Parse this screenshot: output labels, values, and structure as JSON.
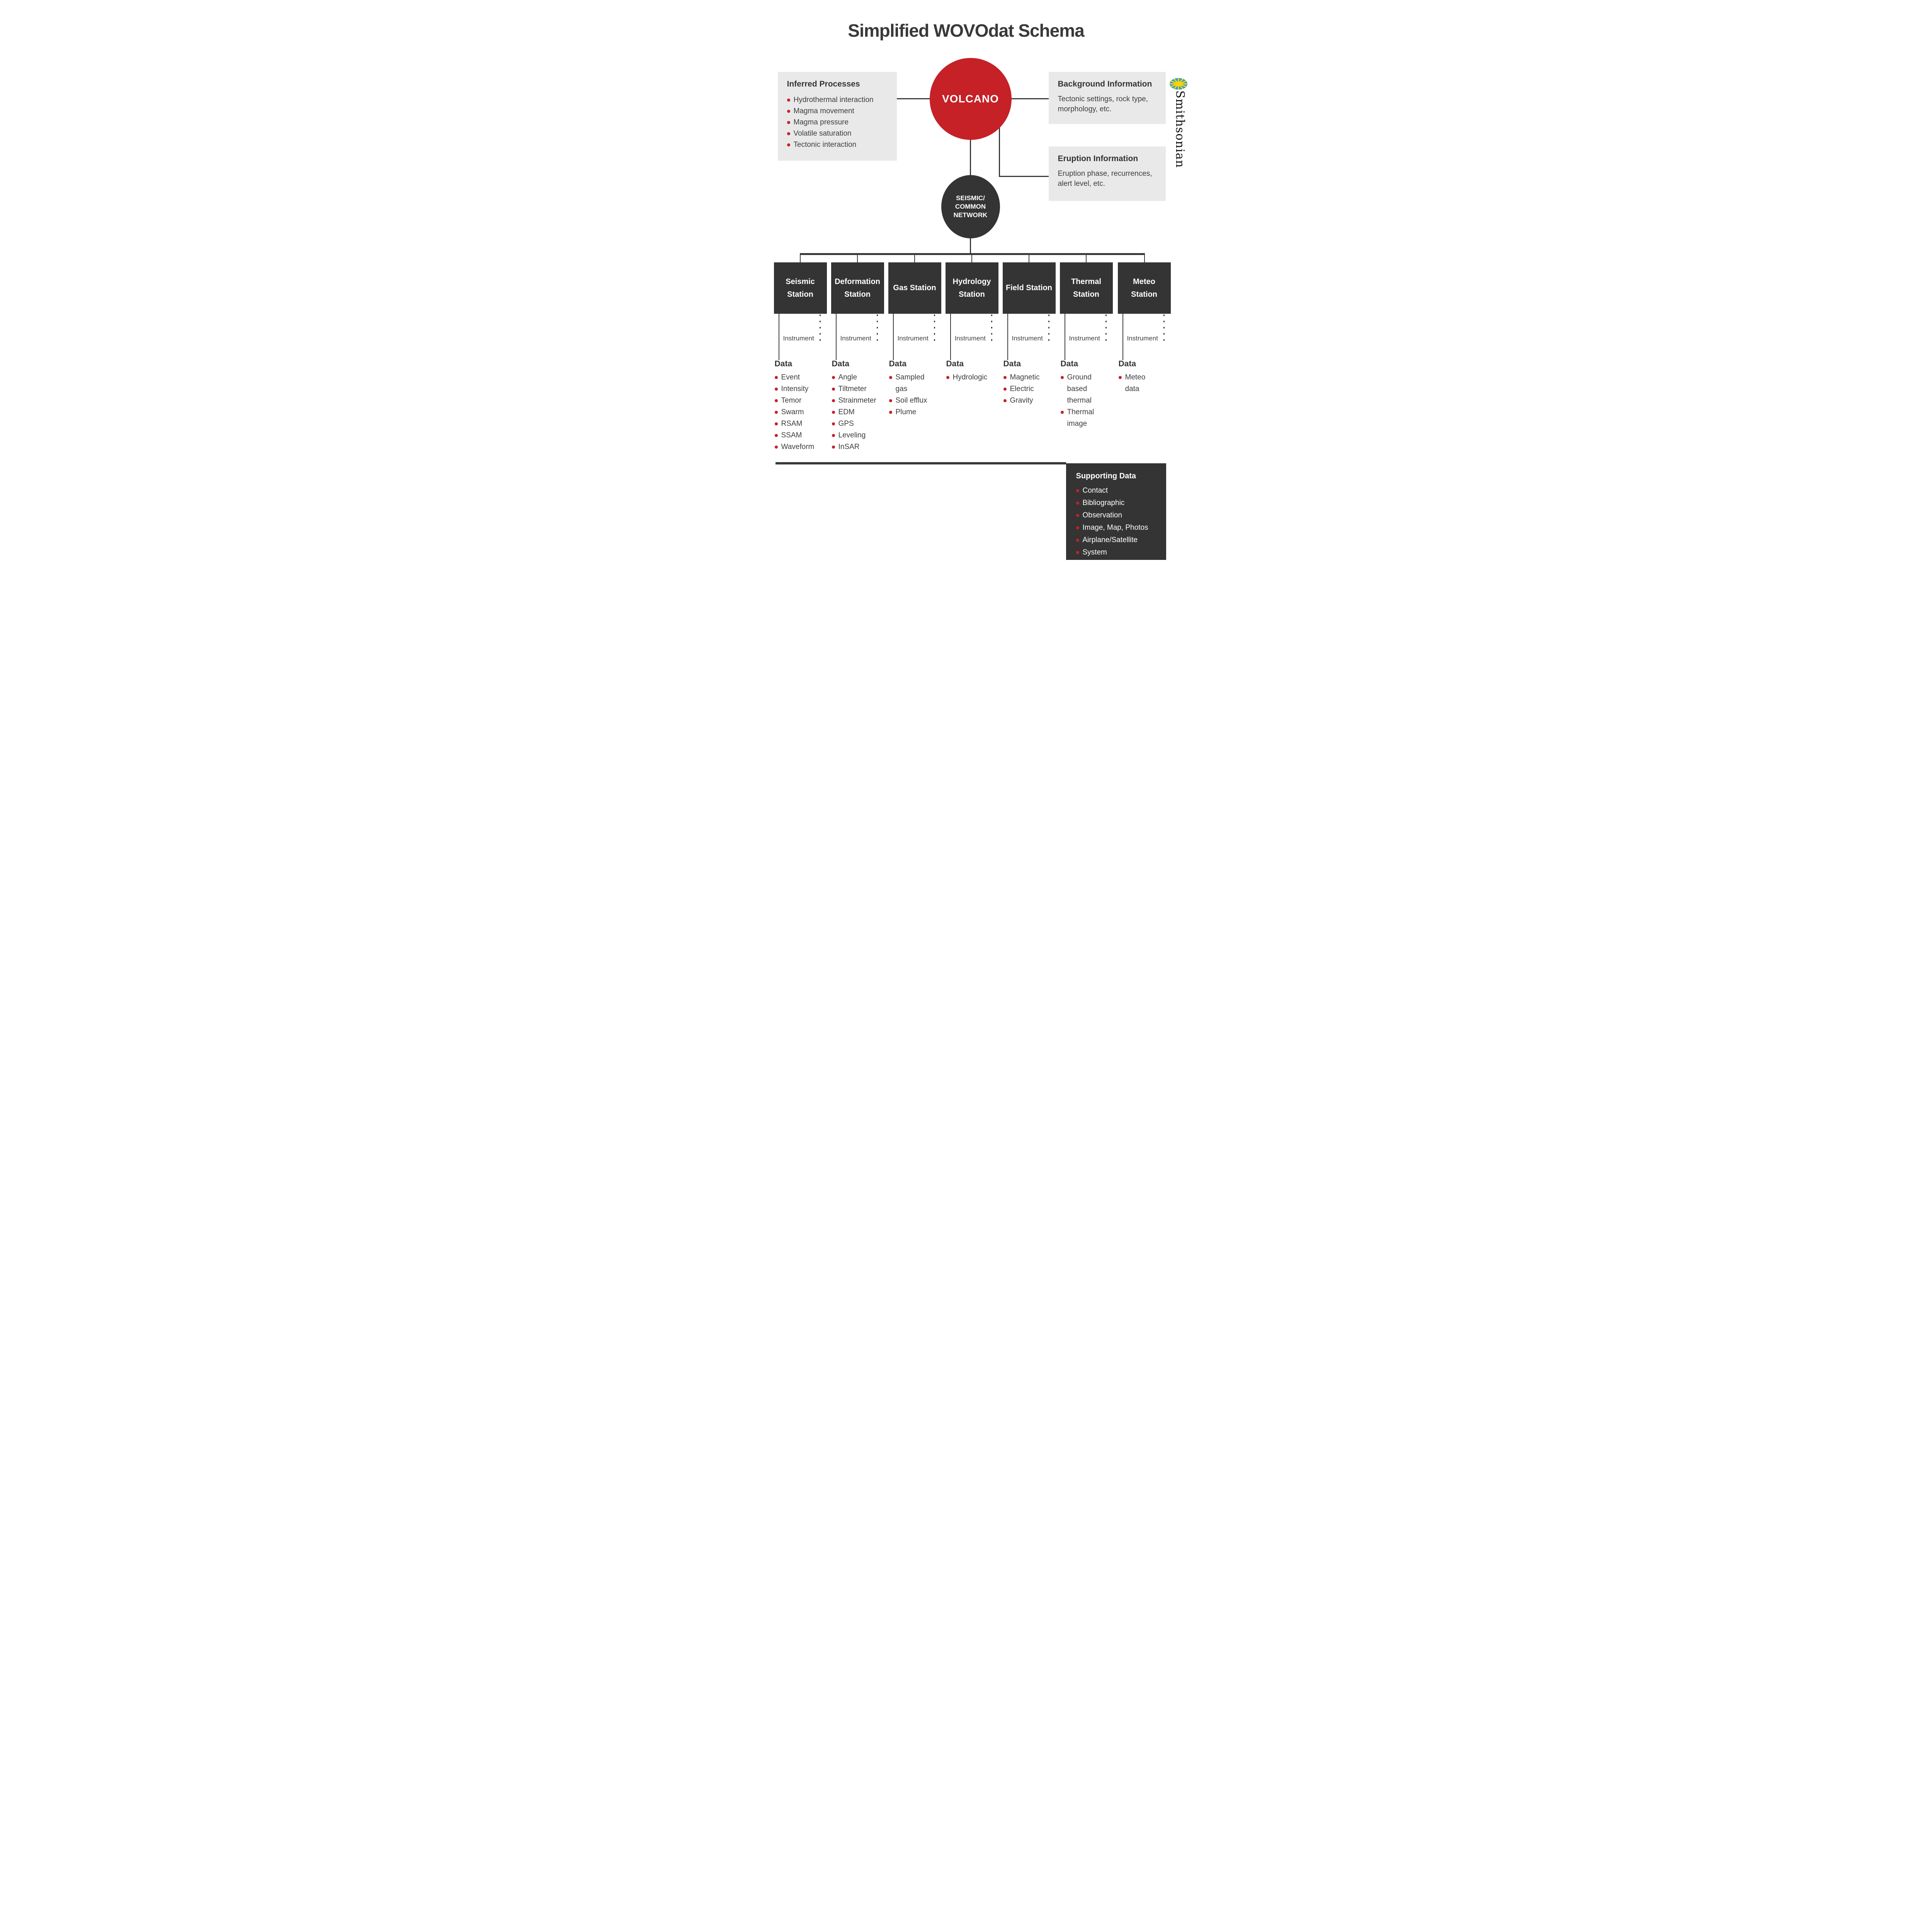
{
  "title": "Simplified WOVOdat Schema",
  "colors": {
    "red": "#c52127",
    "dark_box": "#343434",
    "light_box": "#e9e9e9",
    "line": "#3a3a3a"
  },
  "volcano_label": "VOLCANO",
  "network_label": "SEISMIC/\nCOMMON\nNETWORK",
  "inferred": {
    "heading": "Inferred Processes",
    "items": [
      "Hydrothermal interaction",
      "Magma movement",
      "Magma pressure",
      "Volatile saturation",
      "Tectonic interaction"
    ]
  },
  "background": {
    "heading": "Background Information",
    "body": "Tectonic settings, rock type, morphology, etc."
  },
  "eruption": {
    "heading": "Eruption Information",
    "body": "Eruption phase, recurrences, alert level, etc."
  },
  "stations": [
    {
      "name": "Seismic Station",
      "instrument_label": "Instrument",
      "data_label": "Data",
      "data": [
        "Event",
        "Intensity",
        "Temor",
        "Swarm",
        "RSAM",
        "SSAM",
        "Waveform"
      ]
    },
    {
      "name": "Deformation Station",
      "instrument_label": "Instrument",
      "data_label": "Data",
      "data": [
        "Angle",
        "Tiltmeter",
        "Strainmeter",
        "EDM",
        "GPS",
        "Leveling",
        "InSAR"
      ]
    },
    {
      "name": "Gas Station",
      "instrument_label": "Instrument",
      "data_label": "Data",
      "data": [
        "Sampled gas",
        "Soil efflux",
        "Plume"
      ]
    },
    {
      "name": "Hydrology Station",
      "instrument_label": "Instrument",
      "data_label": "Data",
      "data": [
        "Hydrologic"
      ]
    },
    {
      "name": "Field Station",
      "instrument_label": "Instrument",
      "data_label": "Data",
      "data": [
        "Magnetic",
        "Electric",
        "Gravity"
      ]
    },
    {
      "name": "Thermal Station",
      "instrument_label": "Instrument",
      "data_label": "Data",
      "data": [
        "Ground based thermal",
        "Thermal image"
      ]
    },
    {
      "name": "Meteo Station",
      "instrument_label": "Instrument",
      "data_label": "Data",
      "data": [
        "Meteo data"
      ]
    }
  ],
  "supporting": {
    "heading": "Supporting Data",
    "items": [
      "Contact",
      "Bibliographic",
      "Observation",
      "Image, Map, Photos",
      "Airplane/Satellite",
      "System"
    ]
  },
  "logo_text": "Smithsonian"
}
